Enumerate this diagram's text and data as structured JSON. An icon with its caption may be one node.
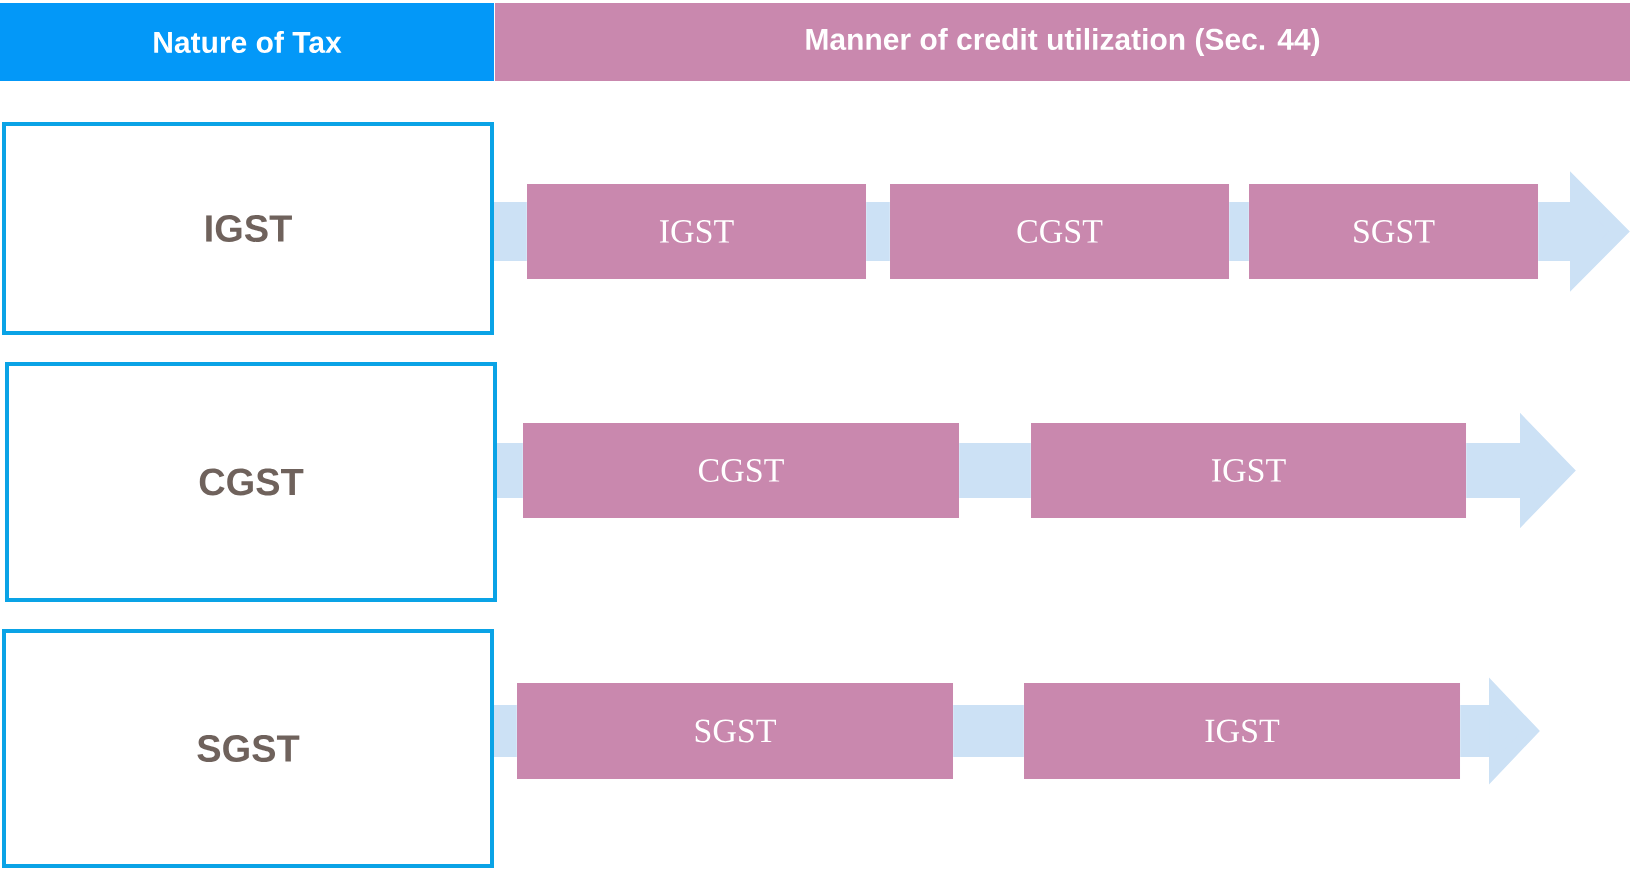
{
  "diagram": {
    "nodes": [
      {
        "text": [
          "Nature of Tax"
        ]
      },
      {
        "text": [
          "Manner of credit utilization (Sec. 44)"
        ]
      },
      {
        "text": [
          "IGST"
        ]
      },
      {
        "text": [
          "IGST"
        ]
      },
      {
        "text": [
          "CGST"
        ]
      },
      {
        "text": [
          "SGST"
        ]
      },
      {
        "text": [
          "CGST"
        ]
      },
      {
        "text": [
          "CGST"
        ]
      },
      {
        "text": [
          "IGST"
        ]
      },
      {
        "text": [
          "SGST"
        ]
      },
      {
        "text": [
          "SGST"
        ]
      },
      {
        "text": [
          "IGST"
        ]
      }
    ],
    "edges": [
      {
        "from": 2,
        "to": 3,
        "arrow": "none"
      },
      {
        "from": 3,
        "to": 4,
        "arrow": "none"
      },
      {
        "from": 4,
        "to": 5,
        "arrow": "none"
      },
      {
        "from": 5,
        "to": null,
        "arrow": "to"
      },
      {
        "from": 6,
        "to": 7,
        "arrow": "none"
      },
      {
        "from": 7,
        "to": 8,
        "arrow": "none"
      },
      {
        "from": 8,
        "to": null,
        "arrow": "to"
      },
      {
        "from": 9,
        "to": 10,
        "arrow": "none"
      },
      {
        "from": 10,
        "to": 11,
        "arrow": "none"
      },
      {
        "from": 11,
        "to": null,
        "arrow": "to"
      }
    ]
  }
}
